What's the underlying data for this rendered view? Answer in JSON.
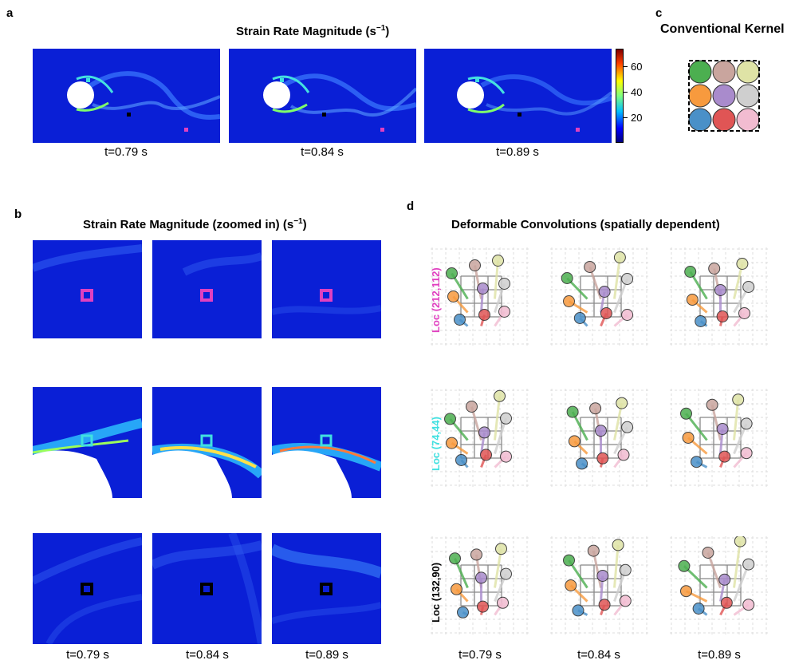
{
  "panels": {
    "a": {
      "letter": "a",
      "title": "Strain Rate Magnitude (s",
      "title_sup": "−1",
      "title_end": ")",
      "time_labels": [
        "t=0.79 s",
        "t=0.84 s",
        "t=0.89 s"
      ],
      "colorbar": {
        "ticks": [
          "60",
          "40",
          "20"
        ],
        "range": [
          0,
          75
        ]
      }
    },
    "b": {
      "letter": "b",
      "title": "Strain Rate Magnitude (zoomed in) (s",
      "title_sup": "−1",
      "title_end": ")",
      "time_labels": [
        "t=0.79 s",
        "t=0.84 s",
        "t=0.89 s"
      ]
    },
    "c": {
      "letter": "c",
      "title": "Conventional Kernel",
      "kernel_colors": [
        [
          "#4caf50",
          "#c9a59e",
          "#dfe3a6"
        ],
        [
          "#f79a3e",
          "#a98bcc",
          "#cfcfcf"
        ],
        [
          "#4a90c8",
          "#e05555",
          "#f2bcd1"
        ]
      ]
    },
    "d": {
      "letter": "d",
      "title": "Deformable Convolutions (spatially dependent)",
      "row_labels": [
        "Loc (212,112)",
        "Loc (74,44)",
        "Loc (132,90)"
      ],
      "row_label_colors": [
        "#e040c0",
        "#40e0e0",
        "#000000"
      ],
      "time_labels": [
        "t=0.79 s",
        "t=0.84 s",
        "t=0.89 s"
      ]
    }
  },
  "colors": {
    "field_bg": "#0a1fd6",
    "pink_marker": "#e040c0",
    "cyan_marker": "#40e0e0",
    "black_marker": "#000000"
  }
}
